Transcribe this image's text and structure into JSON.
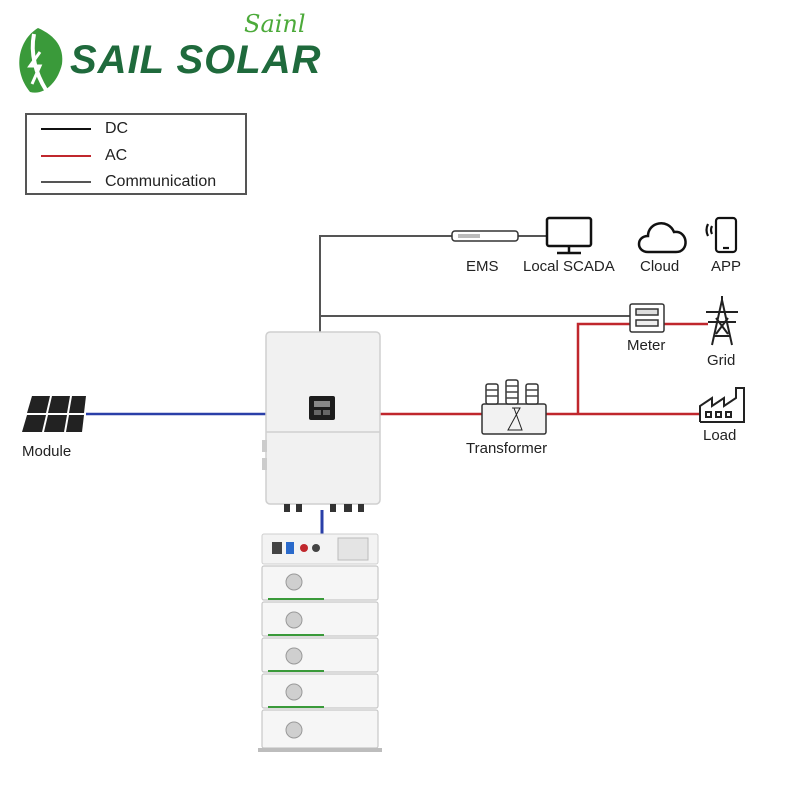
{
  "brand": {
    "name": "SAIL SOLAR",
    "script": "Sainl"
  },
  "legend": {
    "items": [
      {
        "label": "DC",
        "color": "#111111"
      },
      {
        "label": "AC",
        "color": "#c0272d"
      },
      {
        "label": "Communication",
        "color": "#555555"
      }
    ]
  },
  "nodes": {
    "ems": "EMS",
    "local_scada": "Local SCADA",
    "cloud": "Cloud",
    "app": "APP",
    "meter": "Meter",
    "grid": "Grid",
    "module": "Module",
    "transformer": "Transformer",
    "load": "Load"
  },
  "colors": {
    "brand_green": "#1f6a3c",
    "leaf_green": "#3a9a3a",
    "dc_blue": "#2a3fa8",
    "ac_red": "#c0272d",
    "comm_gray": "#555555"
  },
  "icons": [
    "leaf-logo-icon",
    "monitor-icon",
    "cloud-icon",
    "phone-icon",
    "meter-icon",
    "pylon-icon",
    "solar-panel-icon",
    "transformer-icon",
    "factory-icon",
    "inverter",
    "battery-stack"
  ]
}
